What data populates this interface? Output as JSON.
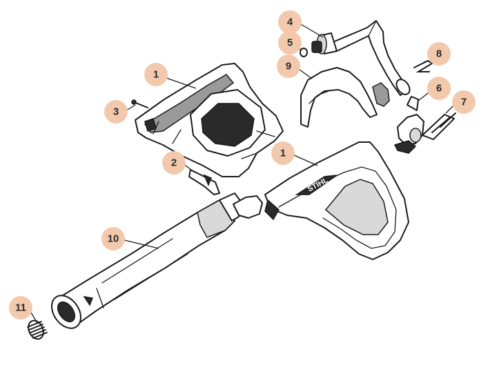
{
  "diagram": {
    "brand_text": "STIHL",
    "badge_color": "#f3c9ae",
    "callouts": [
      "1",
      "1",
      "2",
      "3",
      "4",
      "5",
      "6",
      "7",
      "8",
      "9",
      "10",
      "11"
    ]
  }
}
